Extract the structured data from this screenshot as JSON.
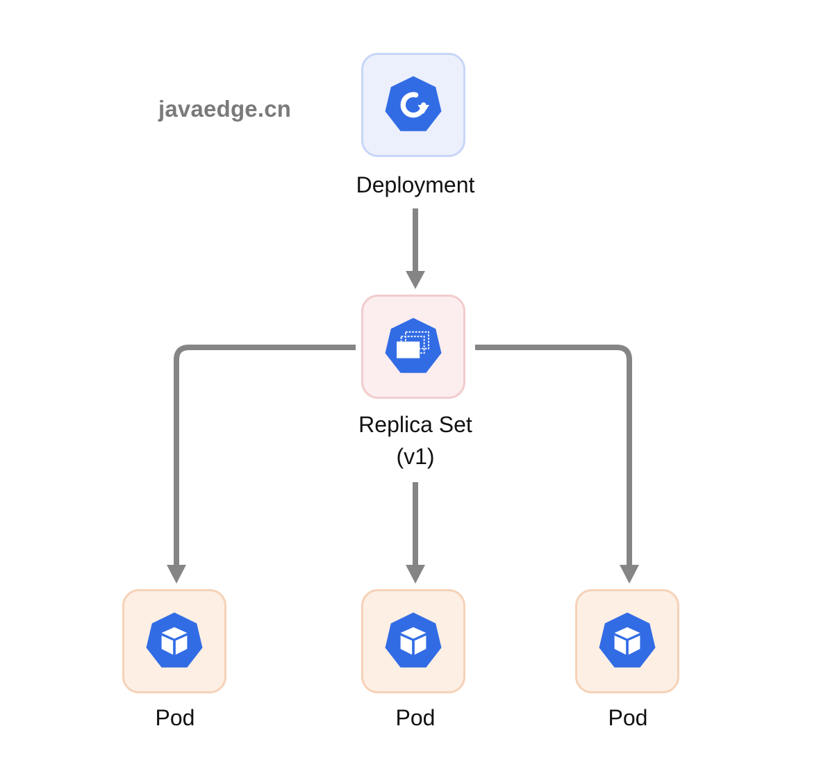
{
  "watermark": "javaedge.cn",
  "nodes": {
    "deployment": {
      "label": "Deployment",
      "icon": "deployment-icon"
    },
    "replicaset": {
      "label_line1": "Replica Set",
      "label_line2": "(v1)",
      "icon": "replicaset-icon"
    },
    "pods": [
      {
        "label": "Pod",
        "icon": "pod-icon"
      },
      {
        "label": "Pod",
        "icon": "pod-icon"
      },
      {
        "label": "Pod",
        "icon": "pod-icon"
      }
    ]
  },
  "edges": [
    {
      "from": "deployment",
      "to": "replicaset"
    },
    {
      "from": "replicaset",
      "to": "pod-1"
    },
    {
      "from": "replicaset",
      "to": "pod-2"
    },
    {
      "from": "replicaset",
      "to": "pod-3"
    }
  ],
  "colors": {
    "k8s_blue": "#326ce5",
    "edge_gray": "#858585",
    "deployment_fill": "#ecf0fd",
    "replicaset_fill": "#fcedee",
    "pod_fill": "#fdefe4"
  }
}
